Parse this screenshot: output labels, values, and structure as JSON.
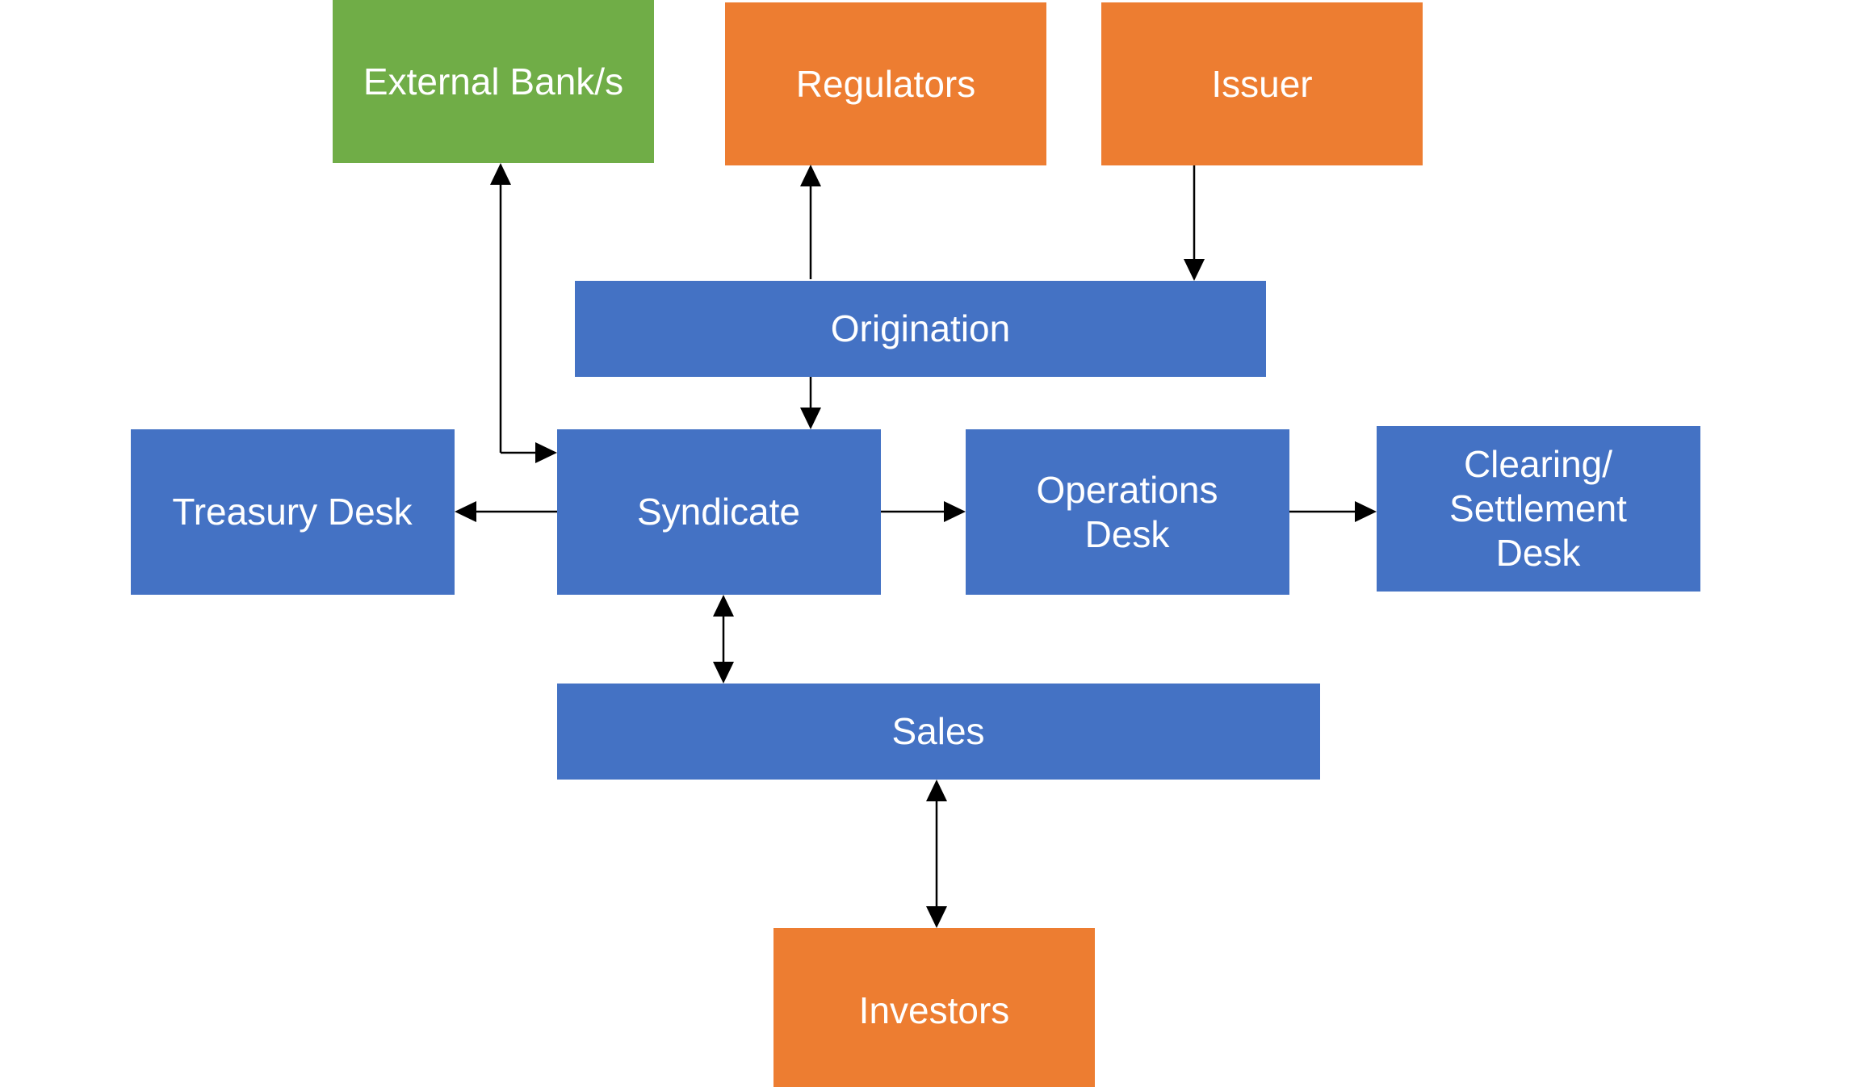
{
  "colors": {
    "blue_node": "#4472C4",
    "orange_node": "#ED7D31",
    "green_node": "#70AD47",
    "text": "#FFFFFF",
    "connector": "#000000"
  },
  "nodes": {
    "external_bank": {
      "label": "External Bank/s",
      "color": "green"
    },
    "regulators": {
      "label": "Regulators",
      "color": "orange"
    },
    "issuer": {
      "label": "Issuer",
      "color": "orange"
    },
    "origination": {
      "label": "Origination",
      "color": "blue"
    },
    "treasury_desk": {
      "label": "Treasury Desk",
      "color": "blue"
    },
    "syndicate": {
      "label": "Syndicate",
      "color": "blue"
    },
    "operations_desk": {
      "label_lines": [
        "Operations",
        "Desk"
      ],
      "color": "blue"
    },
    "clearing_settlement_desk": {
      "label_lines": [
        "Clearing/",
        "Settlement",
        "Desk"
      ],
      "color": "blue"
    },
    "sales": {
      "label": "Sales",
      "color": "blue"
    },
    "investors": {
      "label": "Investors",
      "color": "orange"
    }
  },
  "edges": [
    {
      "from": "origination",
      "to": "regulators",
      "direction": "one-way"
    },
    {
      "from": "issuer",
      "to": "origination",
      "direction": "one-way"
    },
    {
      "from": "origination",
      "to": "syndicate",
      "direction": "one-way"
    },
    {
      "from": "syndicate",
      "to": "external_bank",
      "direction": "two-way"
    },
    {
      "from": "syndicate",
      "to": "treasury_desk",
      "direction": "one-way"
    },
    {
      "from": "syndicate",
      "to": "operations_desk",
      "direction": "one-way"
    },
    {
      "from": "operations_desk",
      "to": "clearing_settlement_desk",
      "direction": "one-way"
    },
    {
      "from": "syndicate",
      "to": "sales",
      "direction": "two-way"
    },
    {
      "from": "sales",
      "to": "investors",
      "direction": "two-way"
    }
  ]
}
